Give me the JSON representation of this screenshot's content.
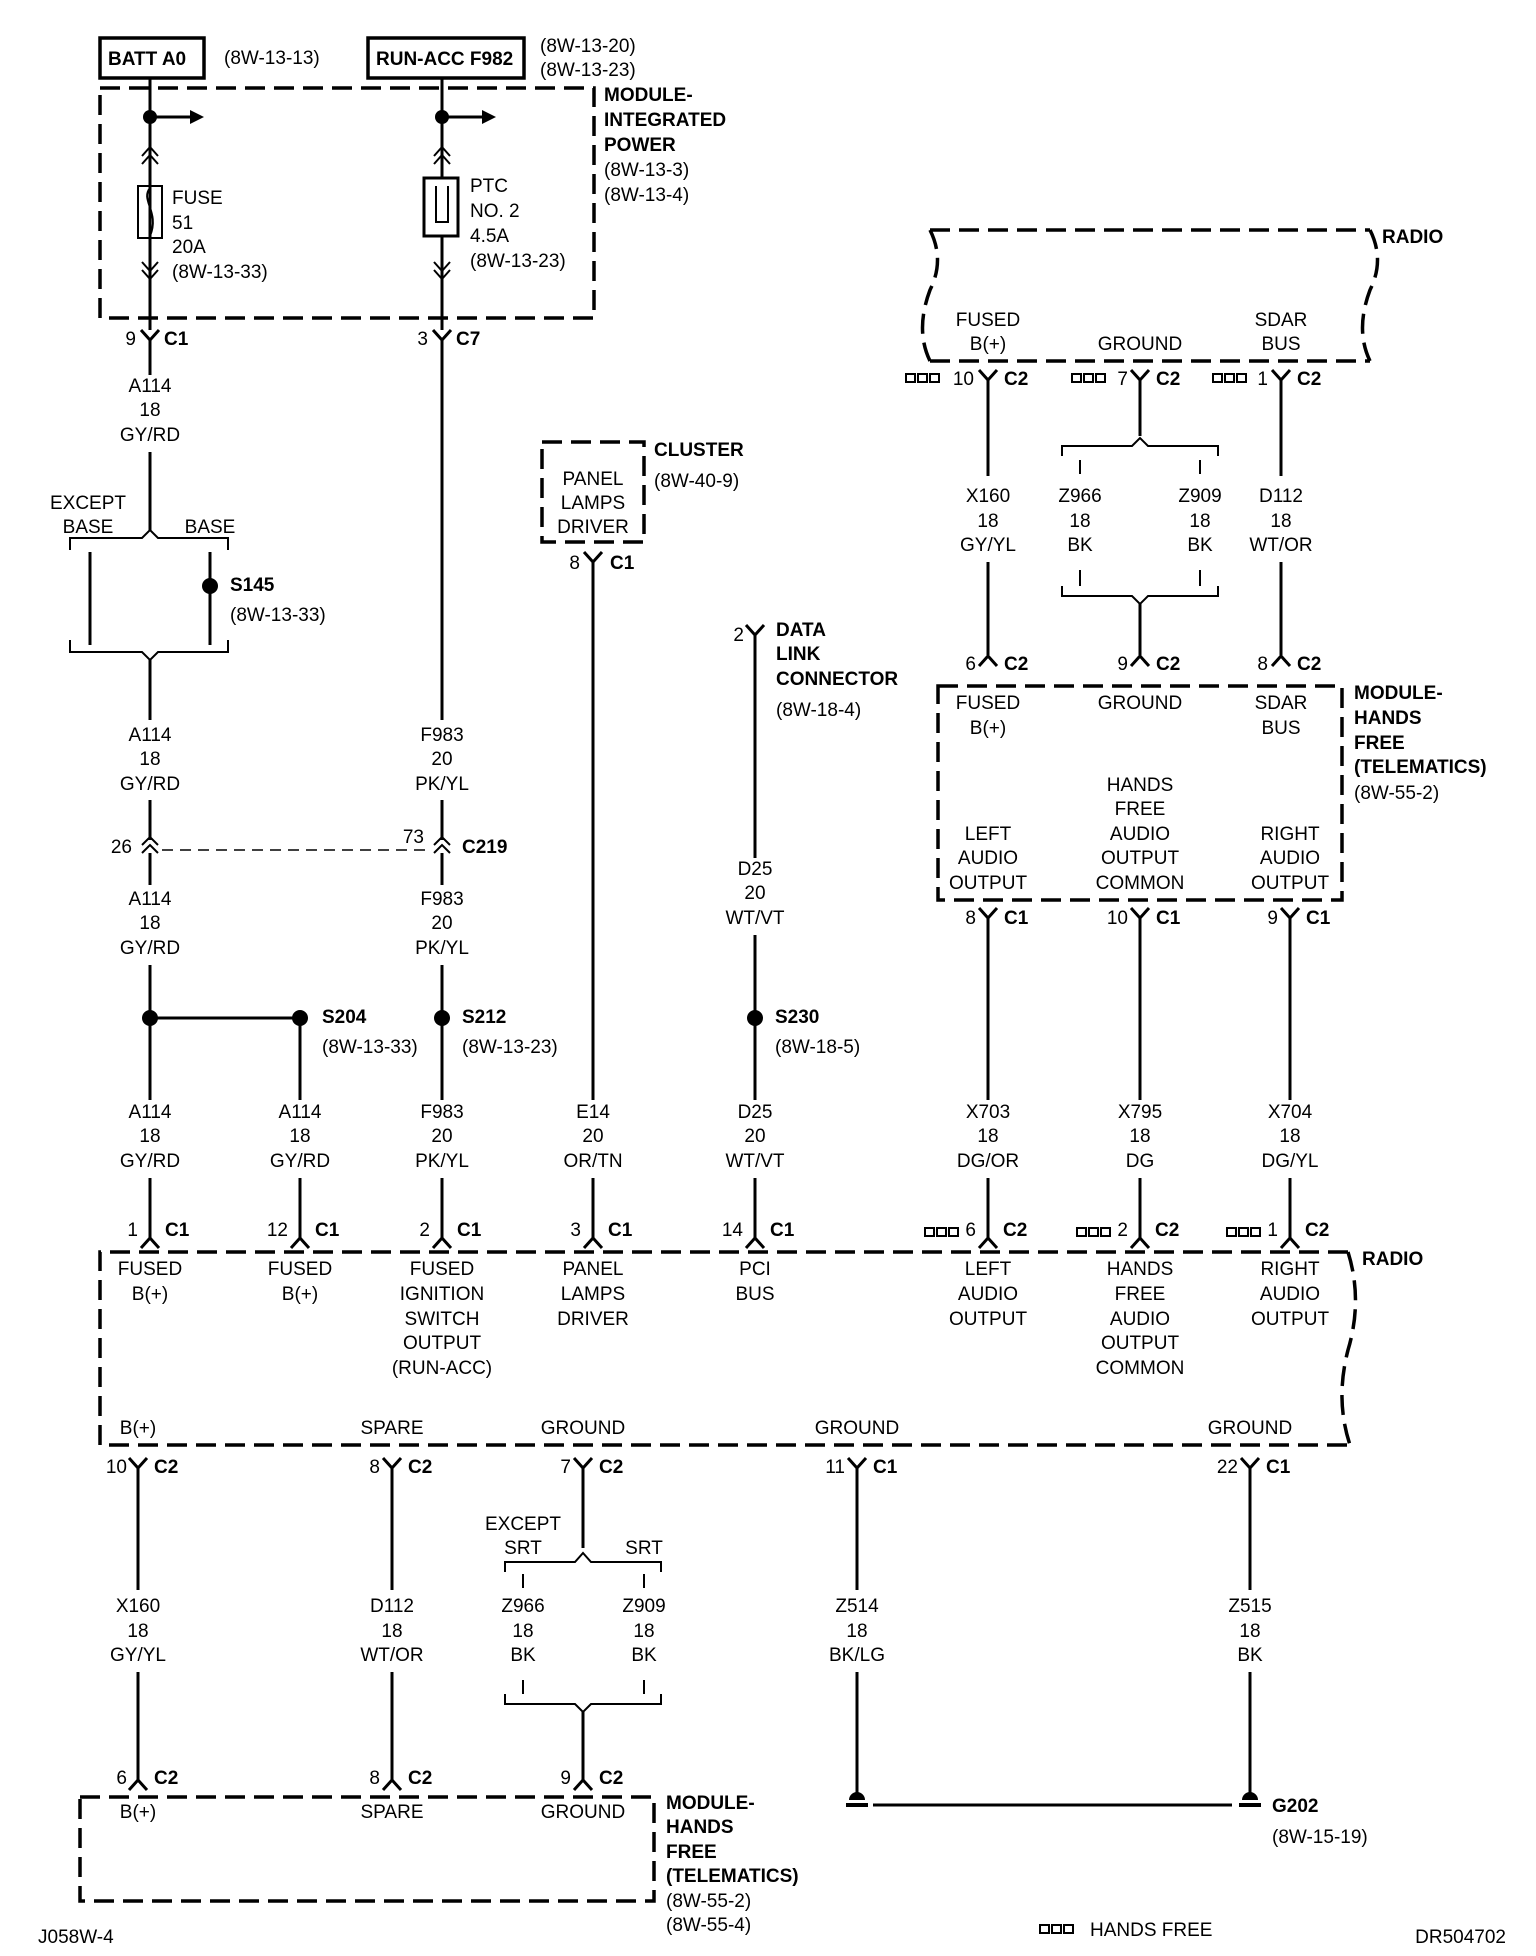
{
  "page": {
    "left_ref": "J058W-4",
    "right_ref": "DR504702",
    "legend_text": "HANDS FREE"
  },
  "sources": {
    "batt": {
      "label": "BATT A0",
      "ref": "(8W-13-13)"
    },
    "runacc": {
      "label": "RUN-ACC F982",
      "ref1": "(8W-13-20)",
      "ref2": "(8W-13-23)"
    }
  },
  "mip": {
    "title": [
      "MODULE-",
      "INTEGRATED",
      "POWER"
    ],
    "refs": [
      "(8W-13-3)",
      "(8W-13-4)"
    ],
    "fuse": [
      "FUSE",
      "51",
      "20A",
      "(8W-13-33)"
    ],
    "ptc": [
      "PTC",
      "NO. 2",
      "4.5A",
      "(8W-13-23)"
    ],
    "pin_fuse": "9",
    "conn_fuse": "C1",
    "pin_ptc": "3",
    "conn_ptc": "C7"
  },
  "wires": {
    "a114": [
      "A114",
      "18",
      "GY/RD"
    ],
    "f983": [
      "F983",
      "20",
      "PK/YL"
    ],
    "e14": [
      "E14",
      "20",
      "OR/TN"
    ],
    "d25": [
      "D25",
      "20",
      "WT/VT"
    ],
    "x160": [
      "X160",
      "18",
      "GY/YL"
    ],
    "z966": [
      "Z966",
      "18",
      "BK"
    ],
    "z909": [
      "Z909",
      "18",
      "BK"
    ],
    "d112": [
      "D112",
      "18",
      "WT/OR"
    ],
    "x703": [
      "X703",
      "18",
      "DG/OR"
    ],
    "x795": [
      "X795",
      "18",
      "DG"
    ],
    "x704": [
      "X704",
      "18",
      "DG/YL"
    ],
    "z514": [
      "Z514",
      "18",
      "BK/LG"
    ],
    "z515": [
      "Z515",
      "18",
      "BK"
    ]
  },
  "options": {
    "except_base": [
      "EXCEPT",
      "BASE"
    ],
    "base": "BASE",
    "except_srt": [
      "EXCEPT",
      "SRT"
    ],
    "srt": "SRT"
  },
  "splices": {
    "s145": {
      "label": "S145",
      "ref": "(8W-13-33)"
    },
    "s204": {
      "label": "S204",
      "ref": "(8W-13-33)"
    },
    "s212": {
      "label": "S212",
      "ref": "(8W-13-23)"
    },
    "s230": {
      "label": "S230",
      "ref": "(8W-18-5)"
    },
    "g202": {
      "label": "G202",
      "ref": "(8W-15-19)"
    }
  },
  "inline_connector": {
    "label": "C219",
    "pin_a": "26",
    "pin_b": "73"
  },
  "cluster": {
    "title": "CLUSTER",
    "ref": "(8W-40-9)",
    "box": [
      "PANEL",
      "LAMPS",
      "DRIVER"
    ],
    "pin": "8",
    "conn": "C1"
  },
  "dlc": {
    "pin": "2",
    "title": [
      "DATA",
      "LINK",
      "CONNECTOR"
    ],
    "ref": "(8W-18-4)"
  },
  "radio_top": {
    "title": "RADIO",
    "cavities": [
      {
        "label": [
          "FUSED",
          "B(+)"
        ],
        "pin": "10",
        "conn": "C2"
      },
      {
        "label": [
          "GROUND"
        ],
        "pin": "7",
        "conn": "C2"
      },
      {
        "label": [
          "SDAR",
          "BUS"
        ],
        "pin": "1",
        "conn": "C2"
      }
    ]
  },
  "hfm_right": {
    "title": [
      "MODULE-",
      "HANDS",
      "FREE",
      "(TELEMATICS)"
    ],
    "ref": "(8W-55-2)",
    "top": [
      {
        "label": [
          "FUSED",
          "B(+)"
        ],
        "pin": "6",
        "conn": "C2"
      },
      {
        "label": [
          "GROUND"
        ],
        "pin": "9",
        "conn": "C2"
      },
      {
        "label": [
          "SDAR",
          "BUS"
        ],
        "pin": "8",
        "conn": "C2"
      }
    ],
    "bottom": [
      {
        "label": [
          "LEFT",
          "AUDIO",
          "OUTPUT"
        ],
        "pin": "8",
        "conn": "C1"
      },
      {
        "label": [
          "HANDS",
          "FREE",
          "AUDIO",
          "OUTPUT",
          "COMMON"
        ],
        "pin": "10",
        "conn": "C1"
      },
      {
        "label": [
          "RIGHT",
          "AUDIO",
          "OUTPUT"
        ],
        "pin": "9",
        "conn": "C1"
      }
    ]
  },
  "radio_main": {
    "title": "RADIO",
    "top": [
      {
        "pin": "1",
        "conn": "C1",
        "label": [
          "FUSED",
          "B(+)"
        ]
      },
      {
        "pin": "12",
        "conn": "C1",
        "label": [
          "FUSED",
          "B(+)"
        ]
      },
      {
        "pin": "2",
        "conn": "C1",
        "label": [
          "FUSED",
          "IGNITION",
          "SWITCH",
          "OUTPUT",
          "(RUN-ACC)"
        ]
      },
      {
        "pin": "3",
        "conn": "C1",
        "label": [
          "PANEL",
          "LAMPS",
          "DRIVER"
        ]
      },
      {
        "pin": "14",
        "conn": "C1",
        "label": [
          "PCI",
          "BUS"
        ]
      },
      {
        "pin": "6",
        "conn": "C2",
        "label": [
          "LEFT",
          "AUDIO",
          "OUTPUT"
        ]
      },
      {
        "pin": "2",
        "conn": "C2",
        "label": [
          "HANDS",
          "FREE",
          "AUDIO",
          "OUTPUT",
          "COMMON"
        ]
      },
      {
        "pin": "1",
        "conn": "C2",
        "label": [
          "RIGHT",
          "AUDIO",
          "OUTPUT"
        ]
      }
    ],
    "bottom": [
      {
        "label": "B(+)",
        "pin": "10",
        "conn": "C2"
      },
      {
        "label": "SPARE",
        "pin": "8",
        "conn": "C2"
      },
      {
        "label": "GROUND",
        "pin": "7",
        "conn": "C2"
      },
      {
        "label": "GROUND",
        "pin": "11",
        "conn": "C1"
      },
      {
        "label": "GROUND",
        "pin": "22",
        "conn": "C1"
      }
    ]
  },
  "hfm_bottom": {
    "title": [
      "MODULE-",
      "HANDS",
      "FREE",
      "(TELEMATICS)"
    ],
    "refs": [
      "(8W-55-2)",
      "(8W-55-4)"
    ],
    "cavities": [
      {
        "label": "B(+)",
        "pin": "6",
        "conn": "C2"
      },
      {
        "label": "SPARE",
        "pin": "8",
        "conn": "C2"
      },
      {
        "label": "GROUND",
        "pin": "9",
        "conn": "C2"
      }
    ]
  }
}
